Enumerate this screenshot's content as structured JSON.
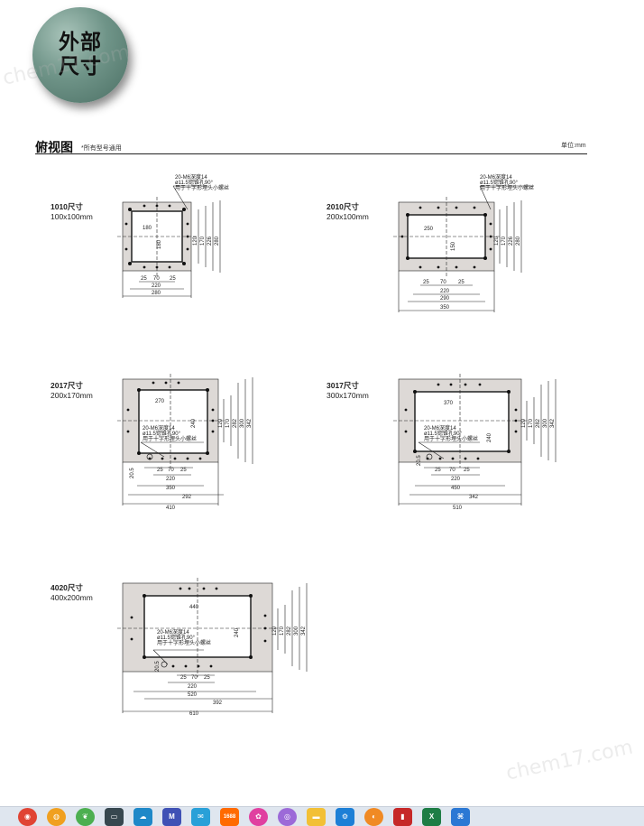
{
  "badge": {
    "line1": "外部",
    "line2": "尺寸"
  },
  "header": {
    "title": "俯视图",
    "subtitle": "*所有型号通用",
    "unit": "单位:mm"
  },
  "note": {
    "m6": "20-M6深度14",
    "hole": "ø11.5锪锥孔90°",
    "screw": "用于十字形埋头小螺丝"
  },
  "models": [
    {
      "name": "1010尺寸",
      "size": "100x100mm",
      "dims": {
        "inner_w": "180",
        "inner_h": "180",
        "a": "25",
        "b": "70",
        "c": "25",
        "w1": "220",
        "w2": "280",
        "v1": "120",
        "v2": "170",
        "v3": "226",
        "v4": "280"
      }
    },
    {
      "name": "2010尺寸",
      "size": "200x100mm",
      "dims": {
        "inner_w": "250",
        "inner_h": "150",
        "a": "25",
        "b": "70",
        "c": "25",
        "w1": "220",
        "w2": "290",
        "w3": "350",
        "v1": "120",
        "v2": "170",
        "v3": "226",
        "v4": "280"
      }
    },
    {
      "name": "2017尺寸",
      "size": "200x170mm",
      "dims": {
        "inner_w": "270",
        "inner_h": "240",
        "a": "25",
        "b": "70",
        "c": "25",
        "w1": "220",
        "w2": "350",
        "w3": "292",
        "w4": "410",
        "v1": "120",
        "v2": "170",
        "v3": "282",
        "v4": "300",
        "v5": "342",
        "d": "20.5"
      }
    },
    {
      "name": "3017尺寸",
      "size": "300x170mm",
      "dims": {
        "inner_w": "370",
        "inner_h": "240",
        "a": "25",
        "b": "70",
        "c": "25",
        "w1": "220",
        "w2": "450",
        "w3": "342",
        "w4": "510",
        "v1": "120",
        "v2": "170",
        "v3": "282",
        "v4": "300",
        "v5": "342",
        "d": "20.5"
      }
    },
    {
      "name": "4020尺寸",
      "size": "400x200mm",
      "dims": {
        "inner_w": "440",
        "inner_h": "240",
        "a": "25",
        "b": "70",
        "c": "25",
        "w1": "220",
        "w2": "520",
        "w3": "392",
        "w4": "610",
        "v1": "120",
        "v2": "170",
        "v3": "282",
        "v4": "300",
        "v5": "342",
        "d": "20.5"
      }
    }
  ],
  "taskbar": {
    "icons": [
      "chrome-icon",
      "browser-icon",
      "leaf-icon",
      "monitor-icon",
      "cloud-icon",
      "mail-icon",
      "chat-icon",
      "store-icon",
      "color-icon",
      "app-icon",
      "folder-icon",
      "gear-icon",
      "browser2-icon",
      "red-app-icon",
      "excel-icon",
      "code-icon"
    ],
    "text_1688": "1688",
    "text_m": "M",
    "text_x": "X"
  },
  "watermark": "chem17.com"
}
